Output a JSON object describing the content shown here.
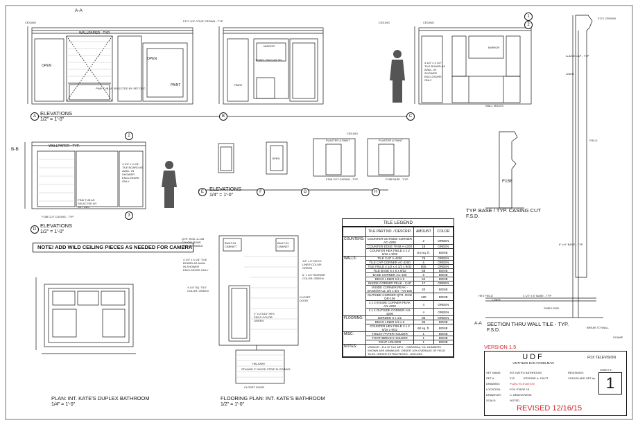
{
  "elevations_top": {
    "title": "ELEVATIONS",
    "scale": "1/2\" = 1'-0\"",
    "bubble_main": "A",
    "bubbles": [
      "A",
      "B",
      "C"
    ],
    "section_tag": "A-A",
    "section_tag_sheet": "2",
    "wall_a_notes": [
      "WALLPAPER - TYP.",
      "OPEN",
      "OPEN",
      "PINK TUB AS SELECTED BY SET DEC",
      "PAINT",
      "CEILING",
      "F171 3/4\" COVE CROWN - TYP."
    ],
    "wall_b_notes": [
      "CEILING",
      "MIRROR",
      "PAINT",
      "TOWEL RING AS SEL"
    ],
    "wall_c_notes": [
      "CEILING",
      "4 1/4\" x 4 1/4\" TILE BOARD AS AVAIL. IN SHOWER ENCLOSURE ONLY",
      "WALL MOLDS",
      "MIRROR"
    ],
    "bubble_d2": "2",
    "bubble_d1": "1"
  },
  "elevation_d": {
    "title": "ELEVATIONS",
    "scale": "1/2\" = 1'-0\"",
    "bubble": "D",
    "section_tag": "B-B",
    "section_tag_sheet": "2",
    "notes": [
      "WALLPAPER - TYP.",
      "4 1/4\" x 4 1/4\" TILE BOARD AS AVAIL. IN SHOWER ENCLOSURE ONLY",
      "PINK TUB AS SELECTED BY SET DEC",
      "F158 CUT CASING - TYP."
    ],
    "bubbles": [
      "2",
      "3"
    ]
  },
  "elevations_small": {
    "title": "ELEVATIONS",
    "scale": "1/4\" = 1'-0\"",
    "bubbles": [
      "E",
      "F",
      "G",
      "H"
    ],
    "notes": [
      "CEILING",
      "OPEN",
      "PLASTER & PAINT",
      "PLASTER & PAINT",
      "F158 CUT CASING - TYP.",
      "F158 BASE - TYP."
    ]
  },
  "casing": {
    "title": "TYP. BASE / TYP. CASING CUT",
    "scale": "F.S.D.",
    "code": "F158"
  },
  "wall_section": {
    "title": "SECTION THRU WALL TILE - TYP.",
    "scale": "F.S.D.",
    "tag": "A-A",
    "notes": [
      "F171 CROWN",
      "A-4200 CAP - TYP",
      "LINER",
      "FIELD",
      "6\" x 6\" BASE - TYP",
      "4 1/2\" x 6\" BASE - TYP",
      "SUBFLOOR",
      "BREAK TO WALL",
      "HEX FIELD",
      "LINER"
    ]
  },
  "note": "NOTE! ADD WILD CEILING PIECES AS NEEDED FOR CAMERA",
  "plan_left": {
    "title": "PLAN: INT. KATE'S DUPLEX BATHROOM",
    "scale": "1/4\" = 1'-0\""
  },
  "plan_center": {
    "title": "FLOORING PLAN: INT. KATE'S BATHROOM",
    "scale": "1/2\" = 1'-0\"",
    "notes": [
      "QTR. ROD. A-106 COLOR: BONE HEADER SIMILE",
      "4 1/4\" x 4 1/4\" TILE BOARD AS AVAIL. IN SHOWER ENCLOSURE ONLY",
      "BUILT-IN CABINET",
      "BUILT-IN CABINET",
      "1/2\" x 6\" DECO LINER COLOR: GREEN",
      "6\" x 1/4\" BORDER COLOR: GREEN",
      "2\" x 2 5/16\" HEX FIELD COLOR: GREEN",
      "4 1/4\" SQ. TILE COLOR: GREEN",
      "HALLWAY",
      "STAINED 3\" WOOD STRIP FLOORING",
      "CLOSET DOOR",
      "CLOSET DOOR"
    ]
  },
  "tile_legend": {
    "title": "TILE LEGEND",
    "headers": [
      "TILE PART NO. / DESCRIP.",
      "AMOUNT",
      "COLOR"
    ],
    "groups": [
      {
        "category": "COUNTERS:",
        "rows": [
          {
            "desc": "COUNTER OUTSIDE CORNER AC-4200",
            "amount": "2",
            "color": "GREEN"
          },
          {
            "desc": "COUNTER EDGE TRIM A-4200",
            "amount": "18",
            "color": "GREEN"
          },
          {
            "desc": "COUNTER HEX FIELD 2 x 2 5/16 x 9/32",
            "amount": "8.5 sq. ft.",
            "color": "BONE"
          }
        ]
      },
      {
        "category": "WALLS:",
        "rows": [
          {
            "desc": "TILE CAP A-4200",
            "amount": "79",
            "color": "GREEN"
          },
          {
            "desc": "TILE CAP CORNER AC-4200",
            "amount": "5",
            "color": "GREEN"
          },
          {
            "desc": "TILE FIELD 4 1/2 x 4 1/2 x 9/32",
            "amount": "805",
            "color": "GREEN"
          },
          {
            "desc": "TILE BASE 6 x 6 x 9/32",
            "amount": "58",
            "color": "BONE"
          },
          {
            "desc": "BASE CORNER AC-106",
            "amount": "8",
            "color": "BONE"
          },
          {
            "desc": "DECO LINER 1/2 x 6",
            "amount": "54",
            "color": "BONE"
          },
          {
            "desc": "INSIDE CORNER PEAK - CAP",
            "amount": "17",
            "color": "GREEN"
          },
          {
            "desc": "INSIDE CORNER PEAK - BASE/STALL 3/4 x 3/4 - AN-106",
            "amount": "20",
            "color": "BONE"
          },
          {
            "desc": "OUTSIDE CORNER QTR. ROD QR-106",
            "amount": "180",
            "color": "BONE"
          },
          {
            "desc": "2 x 2 INSIDE CORNER PEAK AN-4200",
            "amount": "4",
            "color": "GREEN"
          },
          {
            "desc": "2 x 2 OUTSIDE CORNER AN-4200",
            "amount": "4",
            "color": "GREEN"
          }
        ]
      },
      {
        "category": "FLOORING:",
        "rows": [
          {
            "desc": "BORDER 6 x 1/2",
            "amount": "86",
            "color": "GREEN"
          },
          {
            "desc": "DECO LINER 1/2 x 6",
            "amount": "95",
            "color": "BONE"
          },
          {
            "desc": "COUNTER HEX FIELD 2 x 2 5/16 x 9/32",
            "amount": "60 sq. ft.",
            "color": "BONE"
          }
        ]
      },
      {
        "category": "MISC:",
        "rows": [
          {
            "desc": "TOILET PAPER HOLDER",
            "amount": "1",
            "color": "BONE"
          },
          {
            "desc": "TOOTHBRUSH HOLDER",
            "amount": "1",
            "color": "BONE"
          },
          {
            "desc": "SOAP HOLDER",
            "amount": "1",
            "color": "BONE"
          }
        ]
      }
    ],
    "notes_label": "NOTES:",
    "notes_text": "VENDOR - B & W TILE MFG. - GARDENA, CA. NUMBERS SHOWN ARE MINIMUMS. ORDER 10% OVERAGE OF FIELD TILES. ORDER EXTRA PIECES - DISCUSS"
  },
  "title_block": {
    "version": "VERSION 1.5",
    "show": "UDF",
    "subtitle": "UNTITLED DAN FOGELMAN",
    "company": "FOX TELEVISION",
    "set_name_label": "SET NAME:",
    "set_name": "INT. KATE'S BATHROOM",
    "set_no_label": "SET #:",
    "set_no": "213",
    "episode_label": "EPISODE #:",
    "episode": "PILOT",
    "drawing_label": "DRAWING:",
    "drawing": "PLAN / ELEVATION",
    "location_label": "LOCATION:",
    "location": "FOX STAGE 15",
    "drawn_by_label": "DRAWN BY:",
    "drawn_by": "C. BRATKOWSKI",
    "scale_label": "SCALE:",
    "scale": "NOTED",
    "sheet_label": "SHEET #:",
    "sheet_no": "1",
    "revisions_label": "REVISIONS:",
    "revision_1": "12/16/15 ADD SET #s",
    "revised": "REVISED 12/16/15",
    "scamp_label": "SCAMP"
  }
}
